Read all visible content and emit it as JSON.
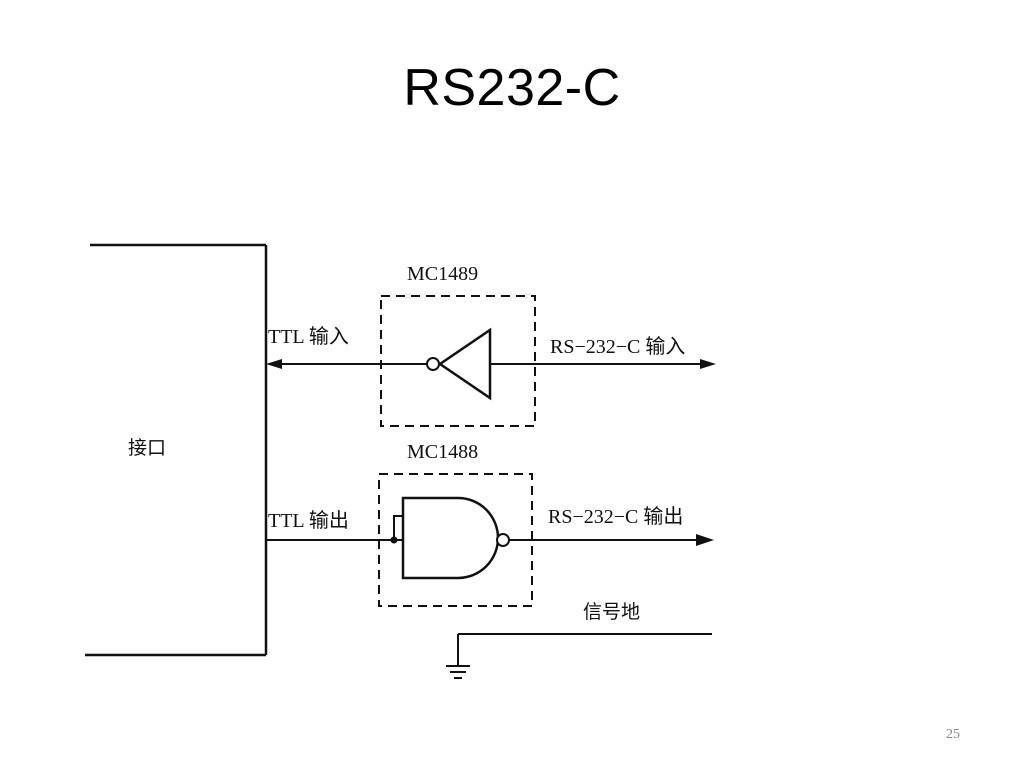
{
  "slide": {
    "title": "RS232-C",
    "page_number": "25"
  },
  "diagram": {
    "interface_label": "接口",
    "receiver_chip": "MC1489",
    "driver_chip": "MC1488",
    "ttl_input": "TTL 输入",
    "ttl_output": "TTL 输出",
    "rs232_input": "RS−232−C 输入",
    "rs232_output": "RS−232−C 输出",
    "signal_ground": "信号地"
  }
}
